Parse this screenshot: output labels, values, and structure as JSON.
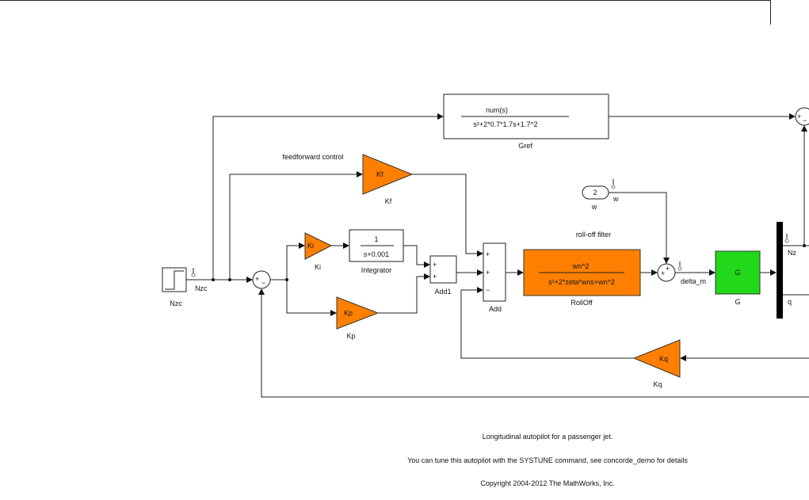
{
  "blocks": {
    "step": {
      "label": "Nzc",
      "signal": "Nzc"
    },
    "gref": {
      "label": "Gref",
      "num": "num(s)",
      "den": "s²+2*0.7*1.7s+1.7^2"
    },
    "kf": {
      "label": "Kf",
      "gain": "Kf",
      "annotation": "feedforward control"
    },
    "ki": {
      "label": "Ki",
      "gain": "Ki"
    },
    "kp": {
      "label": "Kp",
      "gain": "Kp"
    },
    "integrator": {
      "label": "Integrator",
      "num": "1",
      "den": "s+0.001"
    },
    "add1": {
      "label": "Add1",
      "signs": [
        "+",
        "+"
      ]
    },
    "add": {
      "label": "Add",
      "signs": [
        "+",
        "+",
        "−"
      ]
    },
    "rolloff": {
      "label": "RollOff",
      "num": "wn^2",
      "den": "s²+2*zeta*wns+wn^2",
      "annotation": "roll-off filter",
      "color": "#ff8000"
    },
    "w": {
      "label": "w",
      "value": "2",
      "signal": "w"
    },
    "plant": {
      "label": "G",
      "text": "G",
      "color": "#22d81a"
    },
    "demux": {
      "out1": "Nz",
      "out2": "q"
    },
    "kq": {
      "label": "Kq",
      "gain": "Kq"
    },
    "delta_m": "delta_m",
    "sum_sign": "+",
    "sum_minus": "−"
  },
  "notes": [
    "Longitudinal autopilot for a passenger jet.",
    "You can tune this autopilot with the SYSTUNE command, see concorde_demo for details",
    "Copyright 2004-2012 The MathWorks, Inc."
  ]
}
